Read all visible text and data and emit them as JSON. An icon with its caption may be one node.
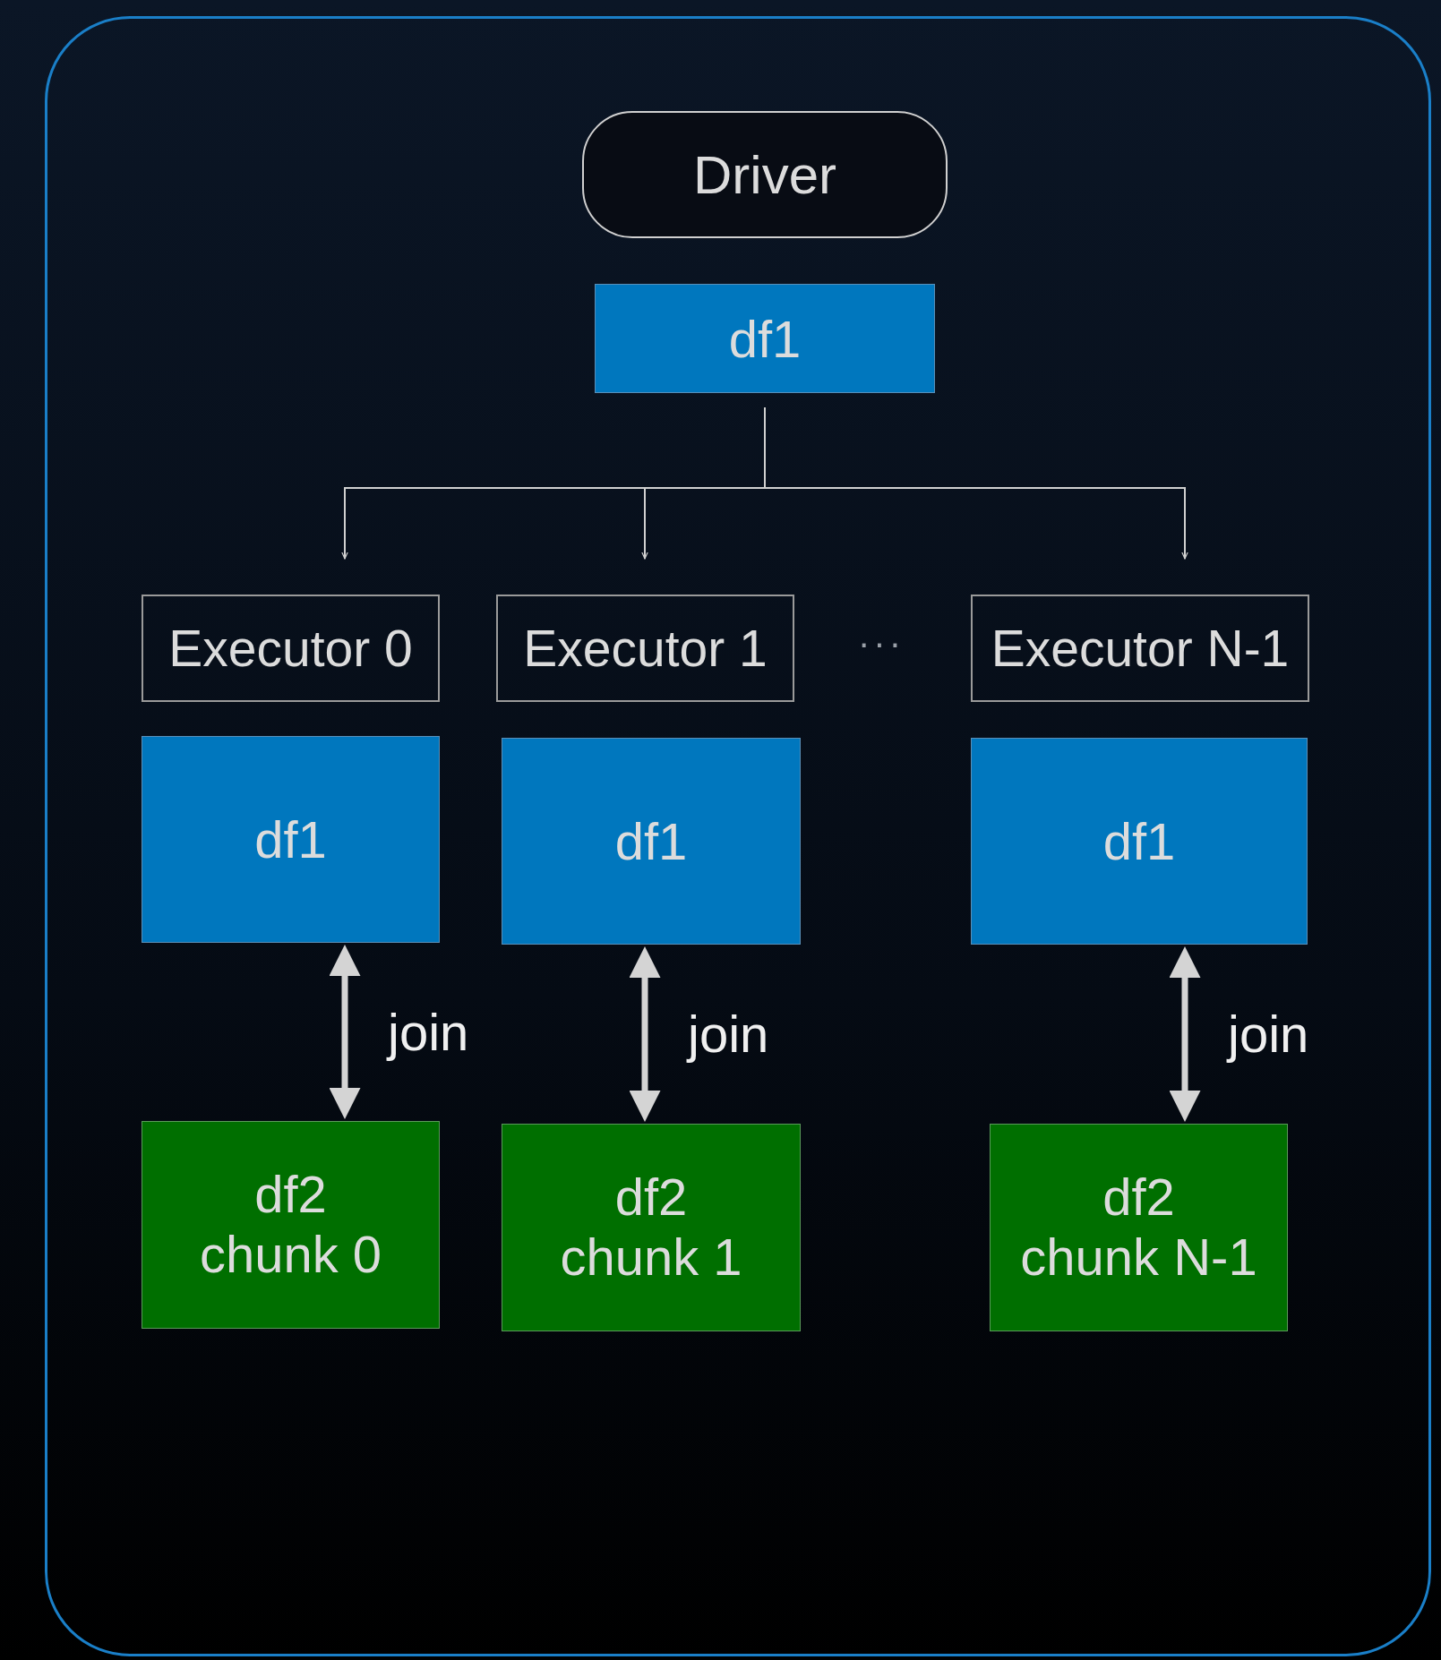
{
  "diagram": {
    "nodes": [
      {
        "text": [],
        "shape": "box"
      },
      {
        "text": [
          "Driver"
        ],
        "in": 0
      },
      {
        "text": [
          "df1"
        ],
        "in": 0
      },
      {
        "text": [
          "Executor 0"
        ],
        "in": 0
      },
      {
        "text": [
          "Executor 1"
        ],
        "in": 0
      },
      {
        "text": [
          "Executor N-1"
        ],
        "in": 0
      },
      {
        "text": [
          "df1"
        ],
        "in": 0
      },
      {
        "text": [
          "df1"
        ],
        "in": 0
      },
      {
        "text": [
          "df1"
        ],
        "in": 0
      },
      {
        "text": [
          "df2",
          "chunk 0"
        ],
        "in": 0
      },
      {
        "text": [
          "df2",
          "chunk 1"
        ],
        "in": 0
      },
      {
        "text": [
          "df2",
          "chunk N-1"
        ],
        "in": 0
      }
    ],
    "edges": [
      {
        "from": 2,
        "to": 3,
        "arrow": "to"
      },
      {
        "from": 2,
        "to": 4,
        "arrow": "to"
      },
      {
        "from": 2,
        "to": 5,
        "arrow": "to"
      },
      {
        "from": 6,
        "to": 9,
        "arrow": "both",
        "label": "join",
        "style": "thick"
      },
      {
        "from": 7,
        "to": 10,
        "arrow": "both",
        "label": "join",
        "style": "thick"
      },
      {
        "from": 8,
        "to": 11,
        "arrow": "both",
        "label": "join",
        "style": "thick"
      }
    ],
    "labels": [
      "···"
    ]
  }
}
